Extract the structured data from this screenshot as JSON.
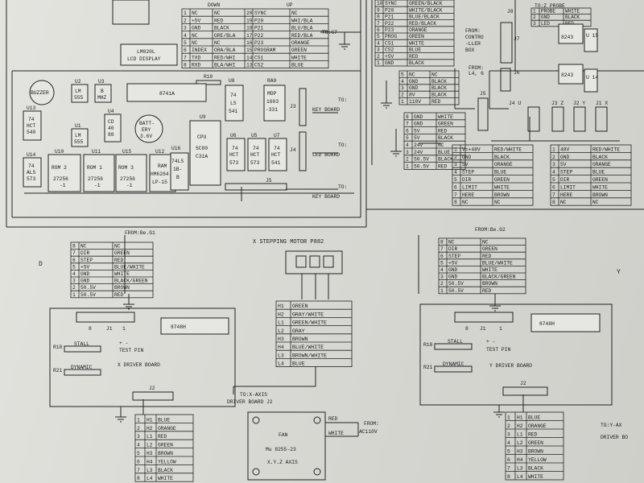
{
  "top": {
    "conn_down_up": {
      "headers": [
        "DOWN",
        "UP"
      ],
      "rows": [
        [
          "1",
          "NC",
          "NC",
          "20",
          "SYNC",
          "NC"
        ],
        [
          "2",
          "+5V",
          "RED",
          "19",
          "P20",
          "WHI/BLA"
        ],
        [
          "3",
          "GND",
          "BLACK",
          "18",
          "P21",
          "BLU/BLA"
        ],
        [
          "4",
          "NC",
          "GRE/BLA",
          "17",
          "P22",
          "RED/BLA"
        ],
        [
          "5",
          "NC",
          "NC",
          "16",
          "P23",
          "ORANGE"
        ],
        [
          "6",
          "INDEX",
          "ORA/BLA",
          "15",
          "PROGRAM",
          "GREEN"
        ],
        [
          "7",
          "TXD",
          "RED/WHI",
          "14",
          "CS1",
          "WHITE"
        ],
        [
          "8",
          "RXD",
          "BLA/WHI",
          "13",
          "CS2",
          "BLUE"
        ]
      ]
    },
    "to_g7": "TO:G7",
    "contro_box": {
      "rows": [
        [
          "10",
          "SYNC",
          "GREEN/BLACK"
        ],
        [
          "9",
          "P20",
          "WHITE/BLACK"
        ],
        [
          "8",
          "P21",
          "BLUE/BLACK"
        ],
        [
          "7",
          "P22",
          "RED/BLACK"
        ],
        [
          "6",
          "P23",
          "ORANGE"
        ],
        [
          "5",
          "PROG",
          "GREEN"
        ],
        [
          "4",
          "CS1",
          "WHITE"
        ],
        [
          "3",
          "CS2",
          "BLUE"
        ],
        [
          "2",
          "+5V",
          "RED"
        ],
        [
          "1",
          "GND",
          "BLACK"
        ]
      ],
      "label": [
        "FROM:",
        "CONTRO",
        "-LLER",
        "BOX"
      ]
    },
    "zprobe": {
      "title": "TO:Z PROBE",
      "rows": [
        [
          "1",
          "PROBE",
          "WHITE"
        ],
        [
          "2",
          "GND",
          "BLACK"
        ],
        [
          "3",
          "LED",
          "RED"
        ]
      ]
    },
    "j8": "J8",
    "j7": "J7",
    "j6": "J6",
    "j5": "J5",
    "right_chips": [
      "8243",
      "U 15",
      "8243",
      "U 14"
    ],
    "from_l4": [
      "FROM:",
      "L4, 6"
    ],
    "power5_rows": [
      [
        "5",
        "NC",
        "NC"
      ],
      [
        "4",
        "GND",
        "BLACK"
      ],
      [
        "3",
        "GND",
        "BLACK"
      ],
      [
        "2",
        "8V",
        "BLACK"
      ],
      [
        "1",
        "110V",
        "RED"
      ]
    ],
    "power8_rows": [
      [
        "8",
        "GND",
        "WHITE"
      ],
      [
        "7",
        "GND",
        "GREEN"
      ],
      [
        "6",
        "5V",
        "RED"
      ],
      [
        "5",
        "5V",
        "BLACK"
      ],
      [
        "4",
        "24V",
        "NC"
      ],
      [
        "3",
        "24V",
        "BLUE"
      ],
      [
        "2",
        "50.5V",
        "BLACK"
      ],
      [
        "1",
        "50.5V",
        "RED"
      ]
    ],
    "jz_labels": [
      "J4 U",
      "J3 Z",
      "J2 Y",
      "J1 X"
    ],
    "motor_rows": [
      [
        "1",
        "V=+48V",
        "RED/WHITE"
      ],
      [
        "2",
        "GND",
        "BLACK"
      ],
      [
        "3",
        "5V",
        "ORANGE"
      ],
      [
        "4",
        "STEP",
        "BLUE"
      ],
      [
        "5",
        "DIR",
        "GREEN"
      ],
      [
        "6",
        "LIMIT",
        "WHITE"
      ],
      [
        "7",
        "HERE",
        "BROWN"
      ],
      [
        "8",
        "NC",
        "NC"
      ]
    ],
    "motor_rows2": [
      [
        "1",
        "48V",
        "RED/WHITE"
      ],
      [
        "2",
        "GND",
        "BLACK"
      ],
      [
        "3",
        "5V",
        "ORANGE"
      ],
      [
        "4",
        "STEP",
        "BLUE"
      ],
      [
        "5",
        "DIR",
        "GREEN"
      ],
      [
        "6",
        "LIMIT",
        "WHITE"
      ],
      [
        "7",
        "HERE",
        "BROWN"
      ],
      [
        "8",
        "NC",
        "NC"
      ]
    ]
  },
  "board": {
    "lcd": [
      "LM020L",
      "LCD DISPLAY"
    ],
    "buzzer": "BUZZER",
    "r10": "R10",
    "chip_8741a": "8741A",
    "u2": [
      "U2",
      "LM",
      "555"
    ],
    "u3": [
      "U3",
      "B",
      "MHZ"
    ],
    "u13": [
      "U13",
      "74",
      "HCT",
      "540"
    ],
    "u1": [
      "U1",
      "LM",
      "555"
    ],
    "u4": [
      "U4",
      "CD",
      "40",
      "88"
    ],
    "battery": [
      "BATT-",
      "ERY",
      "3.6V"
    ],
    "u14": [
      "U14",
      "74",
      "ALS",
      "573"
    ],
    "rom2": [
      "U10",
      "ROM 2",
      "27256",
      "-1"
    ],
    "rom1": [
      "U11",
      "ROM 1",
      "27256",
      "-1"
    ],
    "rom3": [
      "U15",
      "ROM 3",
      "27256",
      "-1"
    ],
    "ram": [
      "U12",
      "RAM",
      "HM6264",
      "LP-15"
    ],
    "u16": [
      "U16",
      "74LS",
      "1B-",
      "B"
    ],
    "cpu": [
      "U9",
      "CPU",
      "SC80",
      "C31A"
    ],
    "u8": [
      "U8",
      "74",
      "LS",
      "541"
    ],
    "u6": [
      "U6",
      "74",
      "HCT",
      "573"
    ],
    "u5": [
      "U5",
      "74",
      "HCT",
      "573"
    ],
    "u7": [
      "U7",
      "74",
      "HCT",
      "541"
    ],
    "ra9": [
      "RA9",
      "MDP",
      "1603",
      "-331"
    ],
    "j3": "J3",
    "j4": "J4",
    "j5": "J5",
    "to_keyboard": [
      "TO:",
      "KEY BOARD"
    ],
    "to_ledboard": [
      "TO:",
      "LED BOARD"
    ],
    "to_keyboard2": [
      "TO:",
      "KEY BOARD"
    ]
  },
  "left_driver": {
    "from": "FROM:Be.G1",
    "rows": [
      [
        "8",
        "NC",
        "NC"
      ],
      [
        "7",
        "DIR",
        "GREEN"
      ],
      [
        "6",
        "STEP",
        "RED"
      ],
      [
        "5",
        "+5V",
        "BLUE/WHITE"
      ],
      [
        "4",
        "GND",
        "WHITE"
      ],
      [
        "3",
        "GND",
        "BLACK/GREEN"
      ],
      [
        "2",
        "50.5V",
        "BROWN"
      ],
      [
        "1",
        "50.5V",
        "RED"
      ]
    ],
    "d_label": "D",
    "j1": [
      "8",
      "J1",
      "1"
    ],
    "chip": "8748H",
    "r18": "R18",
    "stall": "STALL",
    "pm": "+  -",
    "test_pin": "TEST PIN",
    "r21": "R21",
    "dynamic": "DYNAMIC",
    "board_name": "X DRIVER BOARD",
    "j2": "J2",
    "bottom_rows": [
      [
        "1",
        "H1",
        "BLUE"
      ],
      [
        "2",
        "H2",
        "ORANGE"
      ],
      [
        "3",
        "L1",
        "RED"
      ],
      [
        "4",
        "L2",
        "GREEN"
      ],
      [
        "5",
        "H3",
        "BROWN"
      ],
      [
        "6",
        "H4",
        "YELLOW"
      ],
      [
        "7",
        "L3",
        "BLACK"
      ],
      [
        "8",
        "L4",
        "WHITE"
      ]
    ]
  },
  "stepper": {
    "title": "X STEPPING MOTOR P882",
    "rows": [
      [
        "H1",
        "GREEN"
      ],
      [
        "H2",
        "GRAY/WHITE"
      ],
      [
        "L1",
        "GREEN/WHITE"
      ],
      [
        "L2",
        "GRAY"
      ],
      [
        "H3",
        "BROWN"
      ],
      [
        "H4",
        "BLUE/WHITE"
      ],
      [
        "L3",
        "BROWN/WHITE"
      ],
      [
        "L4",
        "BLUE"
      ]
    ],
    "to": [
      "TO:X-AXIS",
      "DRIVER BOARD J2"
    ]
  },
  "fan": {
    "lines": [
      "FAN",
      "Mu 8255-23",
      "X.Y.Z AXIS"
    ],
    "red": "RED",
    "white": "WHITE",
    "from": [
      "FROM:",
      "AC110V"
    ]
  },
  "right_driver": {
    "from": "FROM:Be.G2",
    "rows": [
      [
        "8",
        "NC",
        "NC"
      ],
      [
        "7",
        "DIR",
        "GREEN"
      ],
      [
        "6",
        "STEP",
        "RED"
      ],
      [
        "5",
        "+5V",
        "BLUE/WHITE"
      ],
      [
        "4",
        "GND",
        "WHITE"
      ],
      [
        "3",
        "GND",
        "BLACK/GREEN"
      ],
      [
        "2",
        "50.5V",
        "BROWN"
      ],
      [
        "1",
        "50.5V",
        "RED"
      ]
    ],
    "y_mark": "Y",
    "j1": [
      "8",
      "J1",
      "1"
    ],
    "chip": "8748H",
    "r18": "R18",
    "stall": "STALL",
    "pm": "+  -",
    "test_pin": "TEST PIN",
    "r21": "R21",
    "dynamic": "DYNAMIC",
    "board_name": "Y DRIVER BOARD",
    "j2": "J2",
    "bottom_rows": [
      [
        "1",
        "H1",
        "BLUE"
      ],
      [
        "2",
        "H2",
        "ORANGE"
      ],
      [
        "3",
        "L1",
        "RED"
      ],
      [
        "4",
        "L2",
        "GREEN"
      ],
      [
        "5",
        "H3",
        "BROWN"
      ],
      [
        "6",
        "H4",
        "YELLOW"
      ],
      [
        "7",
        "L3",
        "BLACK"
      ],
      [
        "8",
        "L4",
        "WHITE"
      ]
    ],
    "to": [
      "TO:Y-AX",
      "DRIVER BO"
    ]
  }
}
